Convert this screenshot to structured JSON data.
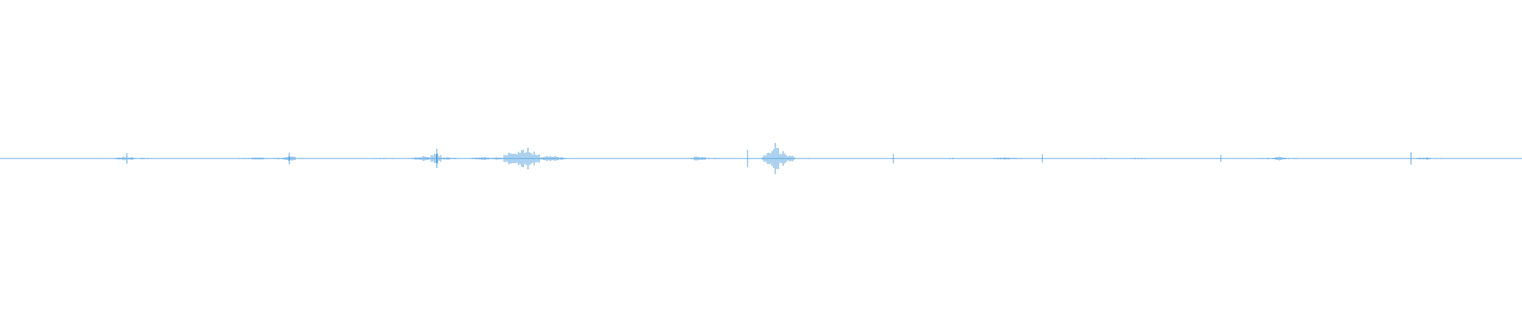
{
  "waveform": {
    "color": "#5aa4e0",
    "background": "#ffffff",
    "peaks": [
      [
        0.01,
        0.02
      ],
      [
        0.05,
        0.02
      ],
      [
        0.08,
        0.02
      ],
      [
        0.095,
        0.02
      ],
      [
        0.13,
        0.03
      ],
      [
        0.16,
        0.14
      ],
      [
        0.18,
        0.04
      ],
      [
        0.22,
        0.02
      ],
      [
        0.26,
        0.02
      ],
      [
        0.31,
        0.04
      ],
      [
        0.325,
        0.08
      ],
      [
        0.35,
        0.05
      ],
      [
        0.365,
        0.15
      ],
      [
        0.38,
        0.03
      ],
      [
        0.42,
        0.02
      ],
      [
        0.45,
        0.02
      ],
      [
        0.48,
        0.04
      ],
      [
        0.5,
        0.03
      ],
      [
        0.535,
        0.18
      ],
      [
        0.55,
        0.34
      ],
      [
        0.565,
        0.08
      ],
      [
        0.61,
        0.12
      ],
      [
        0.625,
        0.08
      ],
      [
        0.645,
        0.45
      ],
      [
        0.66,
        0.58
      ],
      [
        0.67,
        0.52
      ],
      [
        0.69,
        0.18
      ],
      [
        0.7,
        0.14
      ],
      [
        0.76,
        0.02
      ],
      [
        0.8,
        0.02
      ],
      [
        0.84,
        0.02
      ],
      [
        0.87,
        0.04
      ],
      [
        0.88,
        0.18
      ],
      [
        0.9,
        0.04
      ],
      [
        0.94,
        0.02
      ],
      [
        0.978,
        0.8
      ],
      [
        0.988,
        0.5
      ],
      [
        0.995,
        0.22
      ],
      [
        1.012,
        0.04
      ],
      [
        1.07,
        0.02
      ],
      [
        1.1,
        0.02
      ],
      [
        1.155,
        0.02
      ],
      [
        1.17,
        0.02
      ],
      [
        1.2,
        0.04
      ],
      [
        1.23,
        0.02
      ],
      [
        1.265,
        0.08
      ],
      [
        1.28,
        0.05
      ],
      [
        1.3,
        0.02
      ],
      [
        1.345,
        0.02
      ],
      [
        1.38,
        0.03
      ],
      [
        1.39,
        0.04
      ],
      [
        1.41,
        0.02
      ],
      [
        1.435,
        0.05
      ],
      [
        1.46,
        0.02
      ],
      [
        1.49,
        0.02
      ],
      [
        1.53,
        0.02
      ],
      [
        1.56,
        0.02
      ],
      [
        1.6,
        0.05
      ],
      [
        1.615,
        0.12
      ],
      [
        1.63,
        0.04
      ],
      [
        1.66,
        0.02
      ],
      [
        1.68,
        0.02
      ],
      [
        1.7,
        0.02
      ],
      [
        1.73,
        0.02
      ],
      [
        1.77,
        0.02
      ],
      [
        1.8,
        0.08
      ],
      [
        1.81,
        0.04
      ],
      [
        1.86,
        0.02
      ],
      [
        1.9,
        0.02
      ],
      [
        1.92,
        0.02
      ]
    ],
    "spikes": [
      [
        0.16,
        0.3
      ],
      [
        0.365,
        0.34
      ],
      [
        0.551,
        0.55
      ],
      [
        0.666,
        0.62
      ],
      [
        0.943,
        0.5
      ],
      [
        0.978,
        0.9
      ],
      [
        1.127,
        0.28
      ],
      [
        1.315,
        0.25
      ],
      [
        1.54,
        0.2
      ],
      [
        1.78,
        0.35
      ]
    ]
  }
}
